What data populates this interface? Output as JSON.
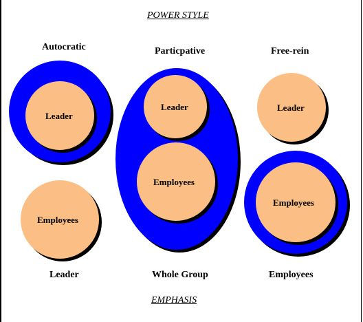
{
  "title": "POWER STYLE",
  "footer_title": "EMPHASIS",
  "styles": [
    {
      "name": "Autocratic",
      "emphasis": "Leader",
      "leader_label": "Leader",
      "employees_label": "Employees"
    },
    {
      "name": "Particpative",
      "emphasis": "Whole Group",
      "leader_label": "Leader",
      "employees_label": "Employees"
    },
    {
      "name": "Free-rein",
      "emphasis": "Employees",
      "leader_label": "Leader",
      "employees_label": "Employees"
    }
  ],
  "colors": {
    "emphasis_fill": "#0000ff",
    "circle_fill": "#fbbf86",
    "shadow": "#000000",
    "background": "#ffffff"
  }
}
